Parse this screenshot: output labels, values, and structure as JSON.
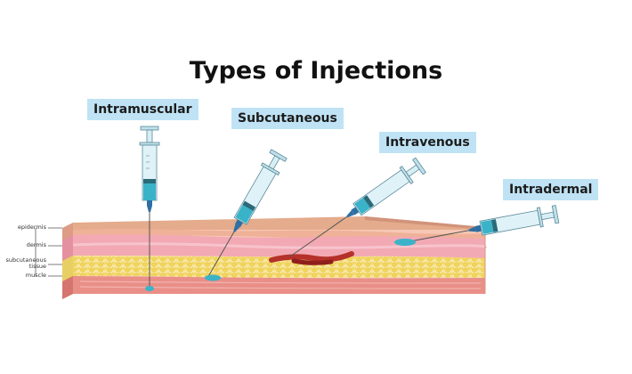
{
  "title": "Types of Injections",
  "injections": [
    {
      "label": "Intramuscular"
    },
    {
      "label": "Subcutaneous"
    },
    {
      "label": "Intravenous"
    },
    {
      "label": "Intradermal"
    }
  ],
  "layers": {
    "epidermis": "epidermis",
    "dermis": "dermis",
    "subcutaneous": "subcutaneous",
    "tissue": "tissue",
    "muscle": "muscle"
  },
  "colors": {
    "label_bg": "#bfe3f5",
    "syringe_body": "#dff2f7",
    "liquid": "#3ab3c8",
    "skin_top": "#e4ab8c",
    "skin_front": "#f6c7b4",
    "dermis": "#f2a9b4",
    "fat": "#f2d65b",
    "muscle": "#e98f88",
    "vein": "#b5312a"
  }
}
